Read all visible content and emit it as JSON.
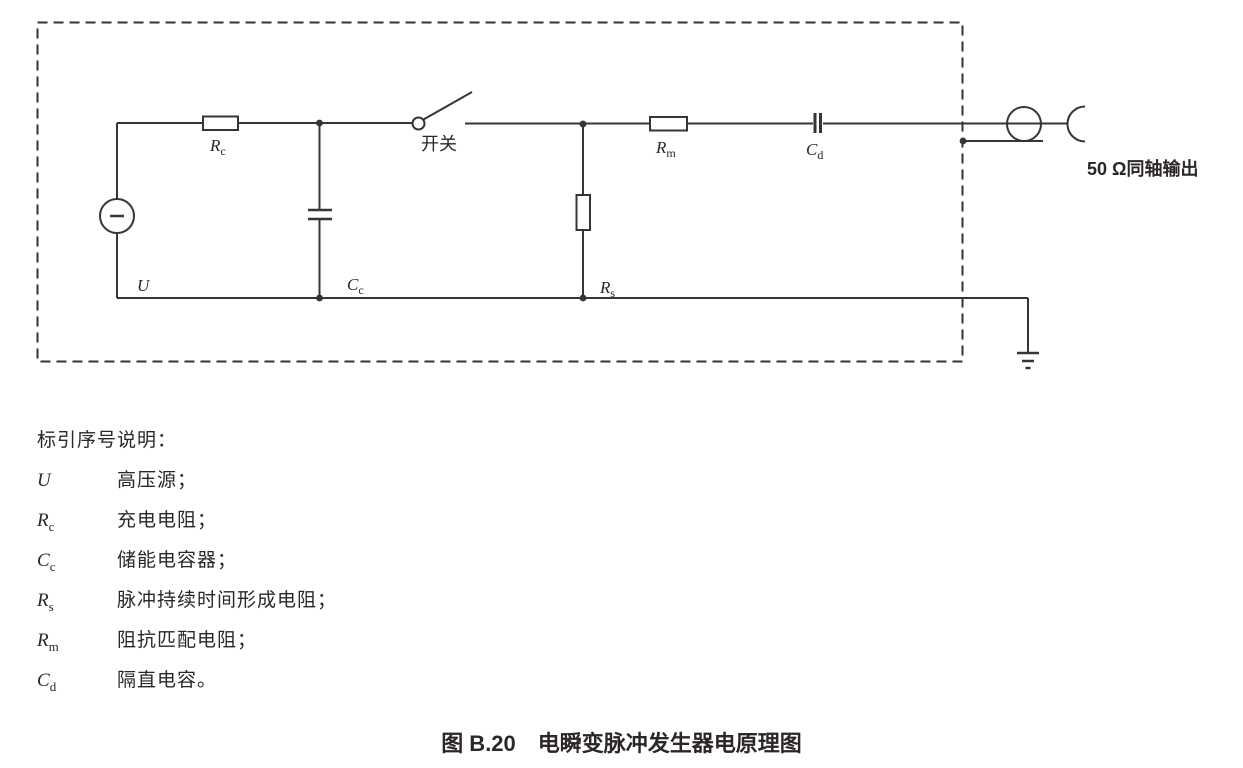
{
  "page": {
    "background": "#ffffff",
    "ink": "#383334",
    "text_color": "#2b2627"
  },
  "circuit": {
    "source_label": "U",
    "rc_main": "R",
    "rc_sub": "c",
    "cc_main": "C",
    "cc_sub": "c",
    "switch_label": "开关",
    "rs_main": "R",
    "rs_sub": "s",
    "rm_main": "R",
    "rm_sub": "m",
    "cd_main": "C",
    "cd_sub": "d",
    "output_label": "50 Ω同轴输出"
  },
  "legend": {
    "heading": "标引序号说明：",
    "items": [
      {
        "sym": "U",
        "sub": "",
        "desc": "高压源；"
      },
      {
        "sym": "R",
        "sub": "c",
        "desc": "充电电阻；"
      },
      {
        "sym": "C",
        "sub": "c",
        "desc": "储能电容器；"
      },
      {
        "sym": "R",
        "sub": "s",
        "desc": "脉冲持续时间形成电阻；"
      },
      {
        "sym": "R",
        "sub": "m",
        "desc": "阻抗匹配电阻；"
      },
      {
        "sym": "C",
        "sub": "d",
        "desc": "隔直电容。"
      }
    ]
  },
  "caption": {
    "label": "图 B.20",
    "title": "电瞬变脉冲发生器电原理图"
  }
}
